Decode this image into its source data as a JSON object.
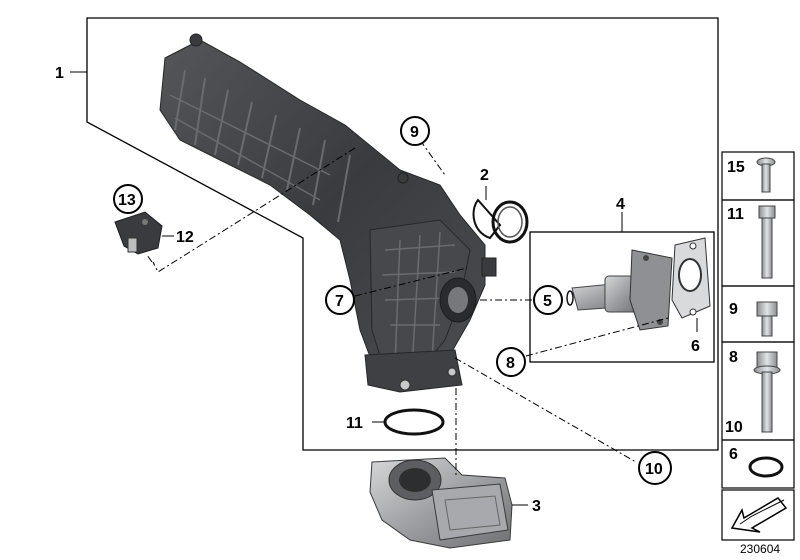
{
  "diagram_id": "230604",
  "callouts": {
    "c1": "1",
    "c2": "2",
    "c3": "3",
    "c4": "4",
    "c5": "5",
    "c6": "6",
    "c7": "7",
    "c8": "8",
    "c9": "9",
    "c10": "10",
    "c11": "11",
    "c12": "12",
    "c13": "13"
  },
  "side_panel": {
    "p15": "15",
    "p11": "11",
    "p9": "9",
    "p8": "8",
    "p10": "10",
    "p6": "6"
  },
  "colors": {
    "part_dark": "#3c3d40",
    "part_mid": "#5e5f63",
    "part_light": "#9a9b9e",
    "metal": "#b9babc",
    "metal_dark": "#7e7f82",
    "line": "#000000"
  }
}
